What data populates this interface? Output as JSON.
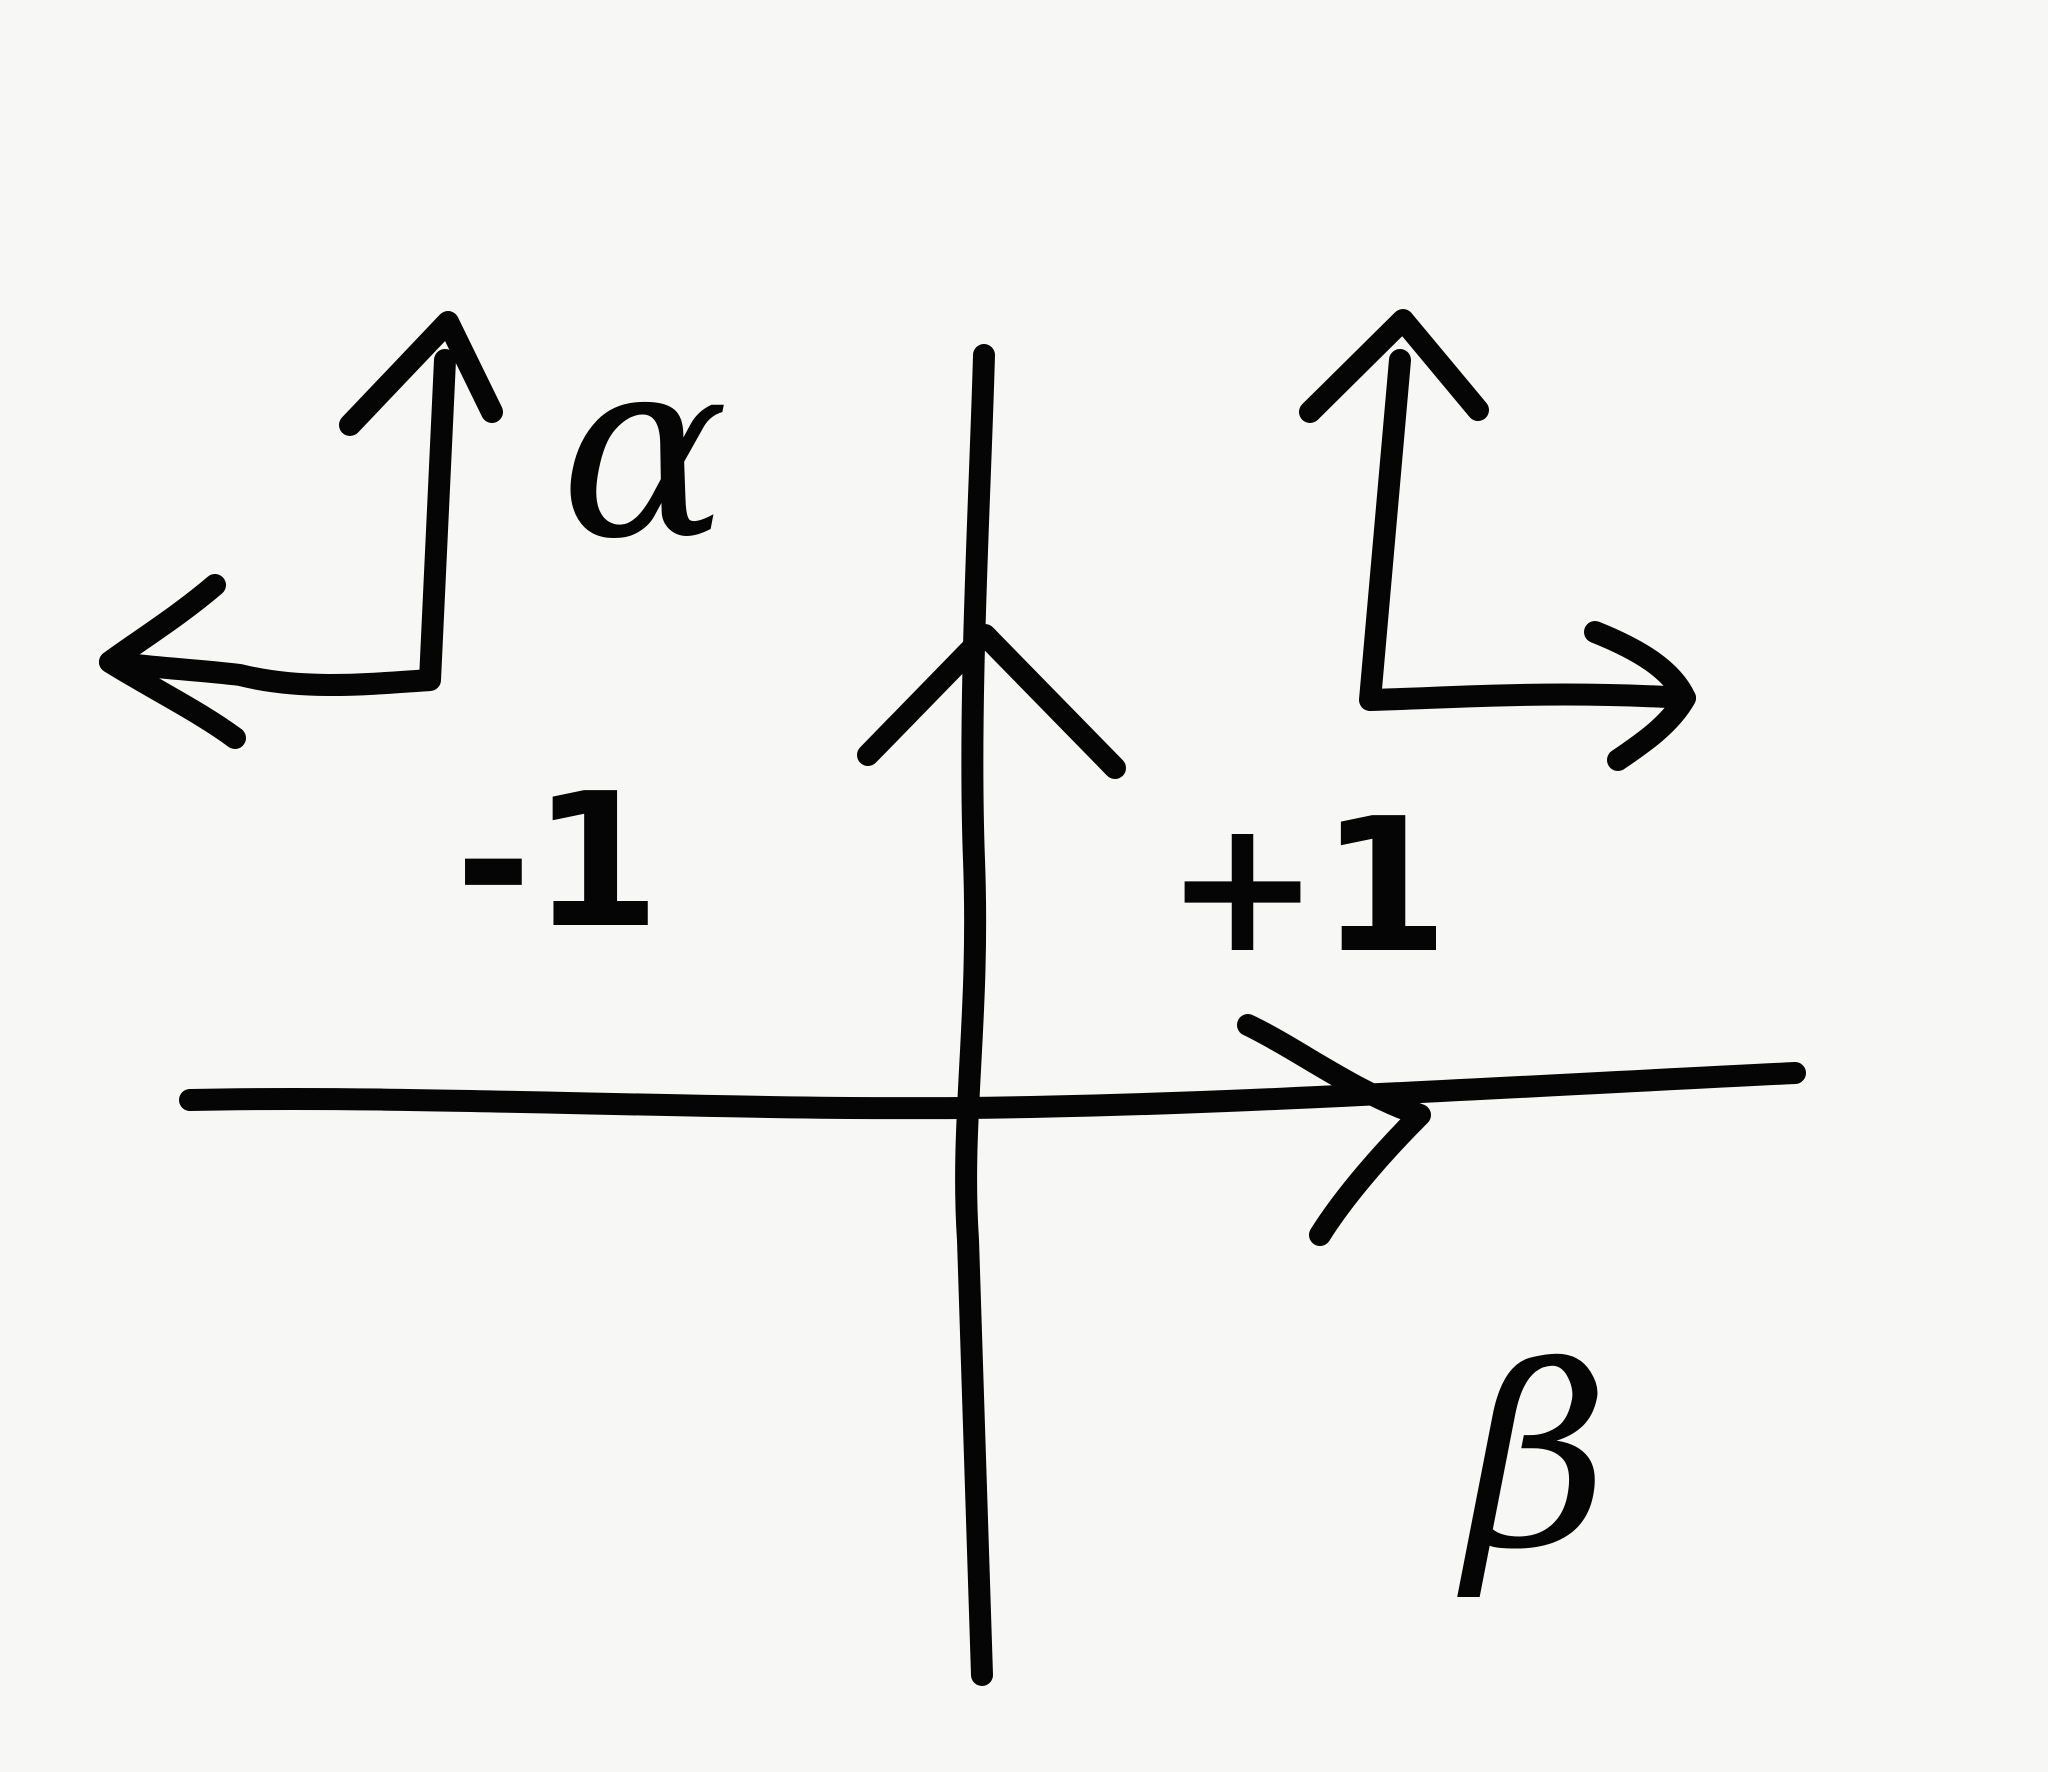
{
  "labels": {
    "alpha": "α",
    "beta": "β",
    "minus_one": "-1",
    "plus_one": "+1"
  },
  "colors": {
    "ink": "#050505",
    "paper": "#f7f7f5"
  }
}
